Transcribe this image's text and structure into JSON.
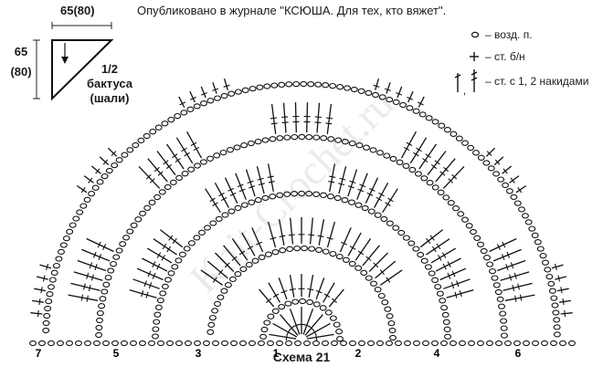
{
  "caption": "Опубликовано в журнале \"КСЮША. Для тех, кто вяжет\".",
  "dimensions": {
    "width": "65(80)",
    "height_top": "65",
    "height_bottom": "(80)"
  },
  "schematic_label": {
    "fraction": "1/2",
    "line1": "бактуса",
    "line2": "(шали)"
  },
  "legend": [
    {
      "symbol": "chain-icon",
      "text": "– возд. п."
    },
    {
      "symbol": "single-crochet-icon",
      "text": "– ст. б/н"
    },
    {
      "symbol": "double-crochet-icon",
      "text": "– ст. с 1, 2 накидами"
    }
  ],
  "row_numbers": [
    "7",
    "5",
    "3",
    "1",
    "2",
    "4",
    "6"
  ],
  "watermark": "Knit-Crochet.ru",
  "title": "Схема 21"
}
